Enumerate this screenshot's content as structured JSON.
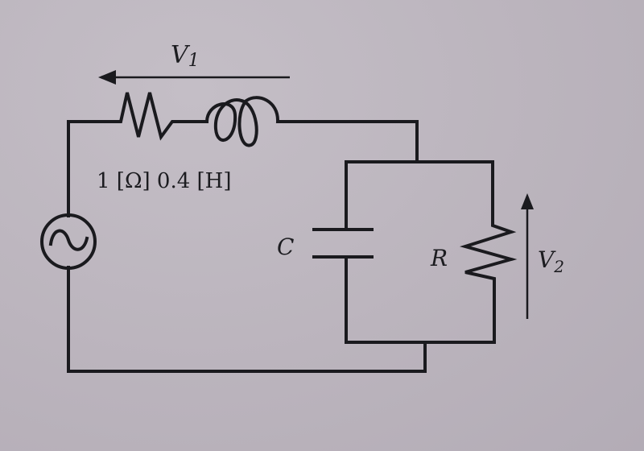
{
  "diagram": {
    "type": "circuit",
    "source": {
      "kind": "ac-voltage-source",
      "symbol": "~"
    },
    "series_resistor": {
      "value": "1",
      "unit": "[Ω]"
    },
    "series_inductor": {
      "value": "0.4",
      "unit": "[H]"
    },
    "labels": {
      "v1_main": "V",
      "v1_sub": "1",
      "v2_main": "V",
      "v2_sub": "2",
      "capacitor": "C",
      "resistor": "R",
      "series_values": "1 [Ω] 0.4 [H]"
    },
    "colors": {
      "ink": "#1a1a1e",
      "paper": "#bdb6bf"
    }
  }
}
